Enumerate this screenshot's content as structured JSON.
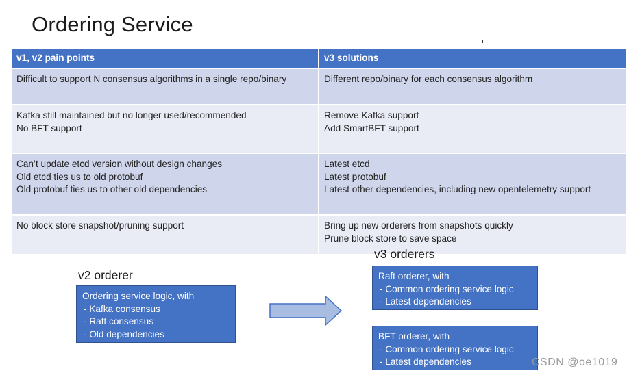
{
  "title": "Ordering Service",
  "table": {
    "headers": [
      "v1, v2 pain points",
      "v3 solutions"
    ],
    "rows": [
      {
        "pain": [
          "Difficult to support N consensus algorithms in a single repo/binary"
        ],
        "solution": [
          "Different repo/binary for each consensus algorithm"
        ]
      },
      {
        "pain": [
          "Kafka still maintained but no longer used/recommended",
          "No BFT support"
        ],
        "solution": [
          "Remove Kafka support",
          "Add SmartBFT support"
        ]
      },
      {
        "pain": [
          "Can’t update etcd version without design changes",
          "Old etcd ties us to old protobuf",
          "Old protobuf ties us to other old dependencies"
        ],
        "solution": [
          "Latest etcd",
          "Latest protobuf",
          "Latest other dependencies, including new opentelemetry support"
        ]
      },
      {
        "pain": [
          "No block store snapshot/pruning support"
        ],
        "solution": [
          "Bring up new orderers from snapshots quickly",
          "Prune block store to save space"
        ]
      }
    ]
  },
  "v2": {
    "label": "v2 orderer",
    "box": {
      "heading": "Ordering service logic, with",
      "items": [
        "Kafka consensus",
        "Raft consensus",
        "Old dependencies"
      ]
    }
  },
  "v3": {
    "label": "v3 orderers",
    "raft_box": {
      "heading": "Raft orderer, with",
      "items": [
        "Common ordering service logic",
        "Latest dependencies"
      ]
    },
    "bft_box": {
      "heading": "BFT orderer, with",
      "items": [
        "Common ordering service logic",
        "Latest dependencies"
      ]
    }
  },
  "watermark": "CSDN @oe1019",
  "colors": {
    "accent": "#4472c4",
    "row_dark": "#cfd5ea",
    "row_light": "#e9ebf5",
    "arrow_fill": "#a9bde3",
    "arrow_stroke": "#4472c4"
  }
}
